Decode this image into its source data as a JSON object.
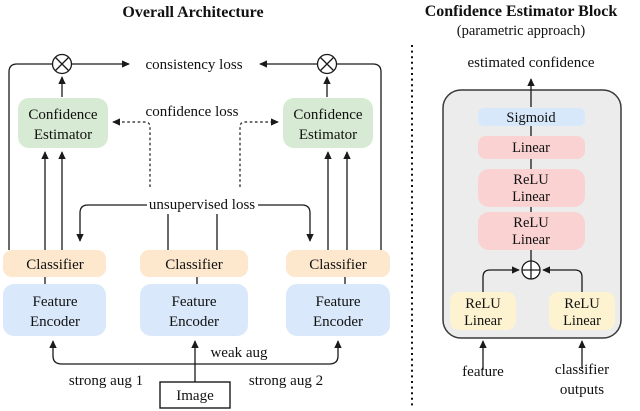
{
  "left_panel": {
    "title": "Overall Architecture",
    "consistency_loss": "consistency loss",
    "confidence_loss": "confidence loss",
    "unsupervised_loss": "unsupervised loss",
    "confidence_estimator": {
      "line1": "Confidence",
      "line2": "Estimator"
    },
    "classifier": "Classifier",
    "feature_encoder": {
      "line1": "Feature",
      "line2": "Encoder"
    },
    "weak_aug": "weak aug",
    "strong_aug_1": "strong aug 1",
    "strong_aug_2": "strong aug 2",
    "image": "Image"
  },
  "right_panel": {
    "title": "Confidence Estimator Block",
    "subtitle": "(parametric approach)",
    "estimated_confidence": "estimated confidence",
    "sigmoid": "Sigmoid",
    "linear": "Linear",
    "relu_linear_1": {
      "line1": "ReLU",
      "line2": "Linear"
    },
    "relu_linear_2": {
      "line1": "ReLU",
      "line2": "Linear"
    },
    "feature_branch": {
      "line1": "ReLU",
      "line2": "Linear"
    },
    "classifier_branch": {
      "line1": "ReLU",
      "line2": "Linear"
    },
    "feature_input": "feature",
    "classifier_input": {
      "line1": "classifier",
      "line2": "outputs"
    }
  },
  "colors": {
    "estimator_green": "#d7ead3",
    "classifier_orange": "#fde7cd",
    "encoder_blue": "#d9e8fa",
    "sigmoid_blue": "#d7e8fa",
    "linear_pink": "#fad2d2",
    "input_yellow": "#fdf3d0",
    "container_gray": "#ececec",
    "image_white": "#ffffff"
  }
}
